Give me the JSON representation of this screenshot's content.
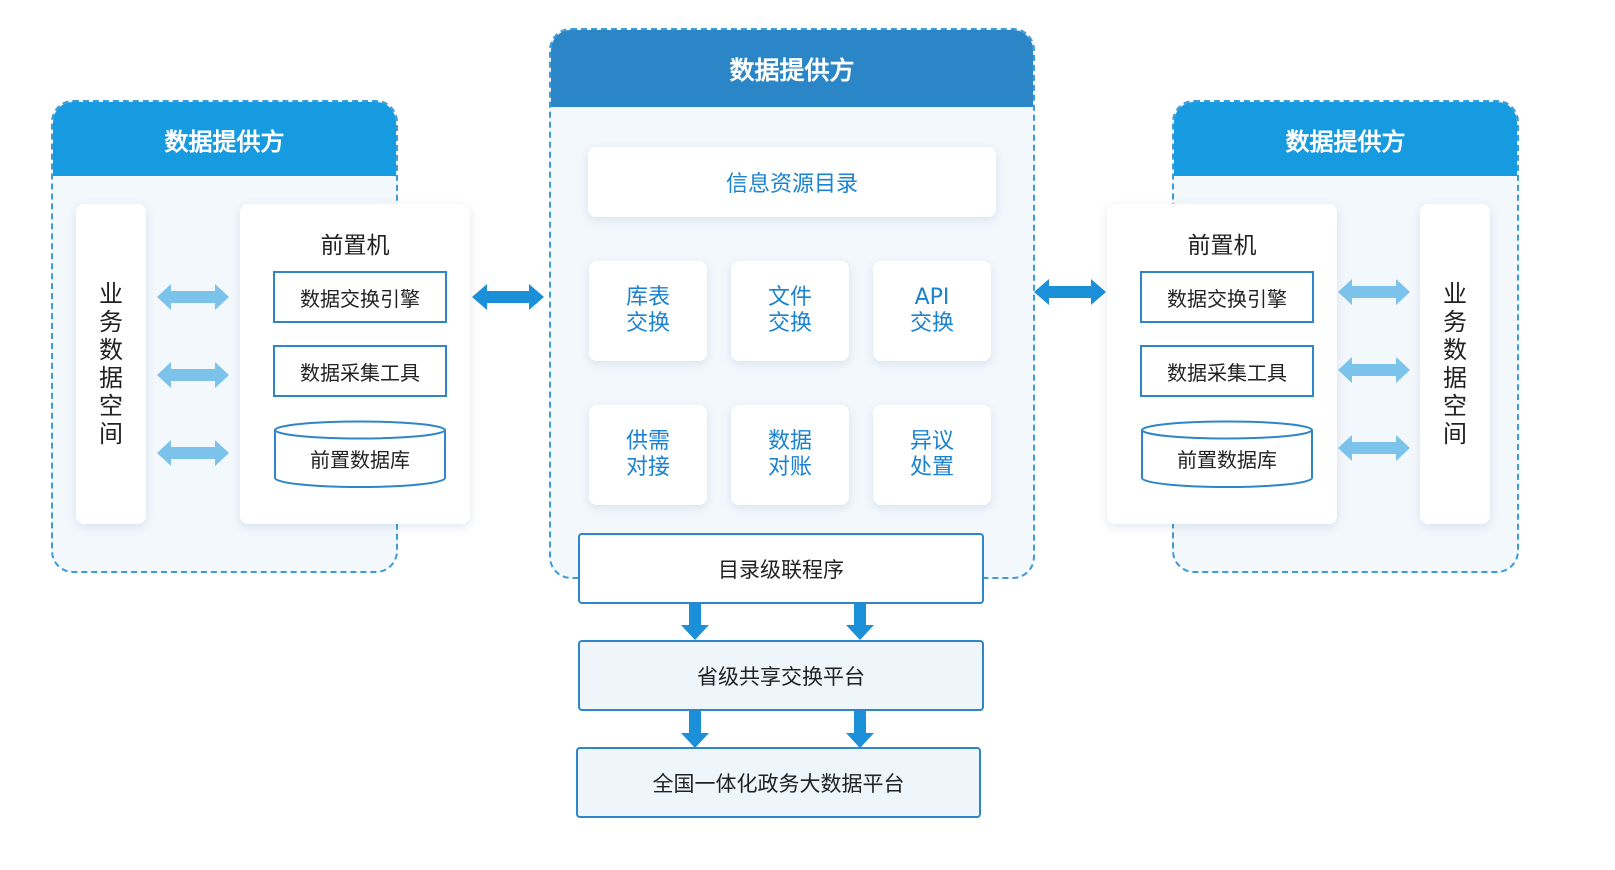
{
  "left_panel": {
    "header": "数据提供方",
    "business_space": [
      "业",
      "务",
      "数",
      "据",
      "空",
      "间"
    ],
    "front_machine": {
      "title": "前置机",
      "items": [
        "数据交换引擎",
        "数据采集工具"
      ],
      "database": "前置数据库"
    }
  },
  "center_panel": {
    "header": "数据提供方",
    "catalog": "信息资源目录",
    "tiles": [
      [
        "库表",
        "交换"
      ],
      [
        "文件",
        "交换"
      ],
      [
        "API",
        "交换"
      ],
      [
        "供需",
        "对接"
      ],
      [
        "数据",
        "对账"
      ],
      [
        "异议",
        "处置"
      ]
    ],
    "cascade": "目录级联程序"
  },
  "right_panel": {
    "header": "数据提供方",
    "business_space": [
      "业",
      "务",
      "数",
      "据",
      "空",
      "间"
    ],
    "front_machine": {
      "title": "前置机",
      "items": [
        "数据交换引擎",
        "数据采集工具"
      ],
      "database": "前置数据库"
    }
  },
  "flow": {
    "provincial": "省级共享交换平台",
    "national": "全国一体化政务大数据平台"
  },
  "colors": {
    "header_blue": "#179be0",
    "center_header_blue": "#2a86c6",
    "border_blue": "#2e86c8",
    "arrow_light": "#7cc3ec",
    "arrow_dark": "#1c8fd9",
    "panel_bg": "#f3f8fc",
    "tile_text": "#1b82cf"
  }
}
